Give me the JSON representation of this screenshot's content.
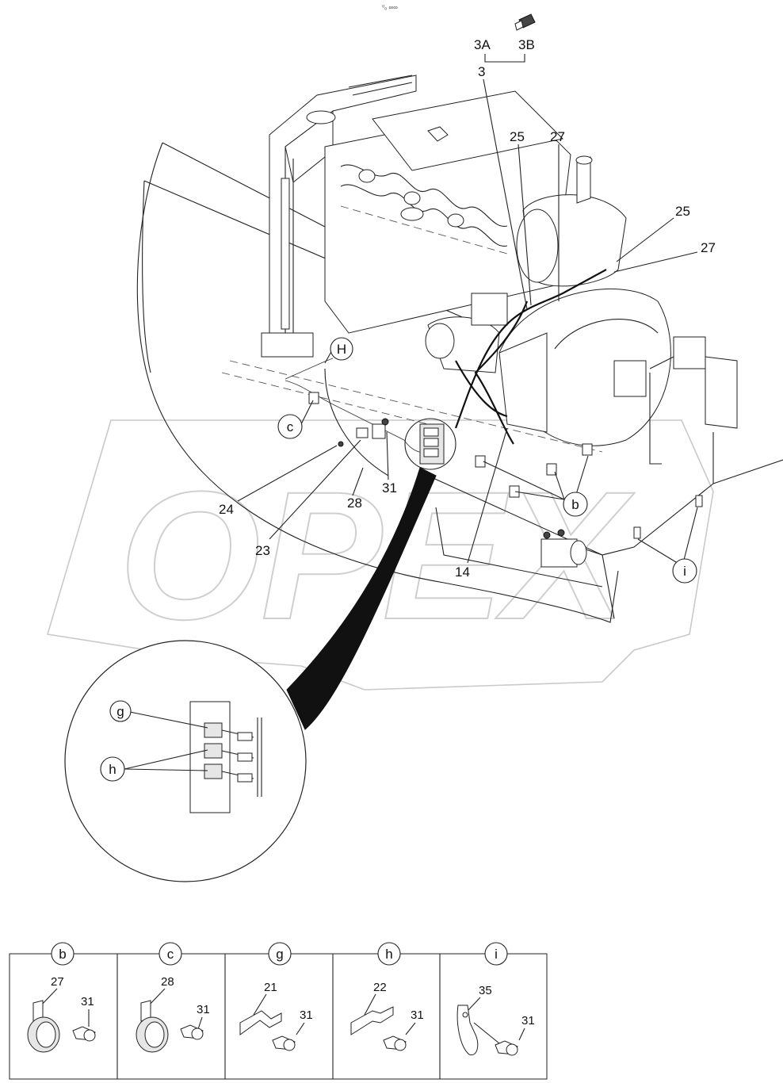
{
  "header": {
    "mark": "⁰ₒ ∞∞"
  },
  "callouts": {
    "c3A": "3A",
    "c3B": "3B",
    "c3": "3",
    "c25a": "25",
    "c27a": "27",
    "c25b": "25",
    "c27b": "27",
    "cH": "H",
    "cc": "c",
    "c24": "24",
    "c28": "28",
    "c31": "31",
    "c23": "23",
    "c14": "14",
    "cb": "b",
    "ci": "i"
  },
  "detail": {
    "g": "g",
    "h": "h"
  },
  "watermark": "OPEX",
  "legend": {
    "panels": [
      {
        "letter": "b",
        "part": "27",
        "bolt": "31"
      },
      {
        "letter": "c",
        "part": "28",
        "bolt": "31"
      },
      {
        "letter": "g",
        "part": "21",
        "bolt": "31"
      },
      {
        "letter": "h",
        "part": "22",
        "bolt": "31"
      },
      {
        "letter": "i",
        "part": "35",
        "bolt": "31"
      }
    ]
  }
}
